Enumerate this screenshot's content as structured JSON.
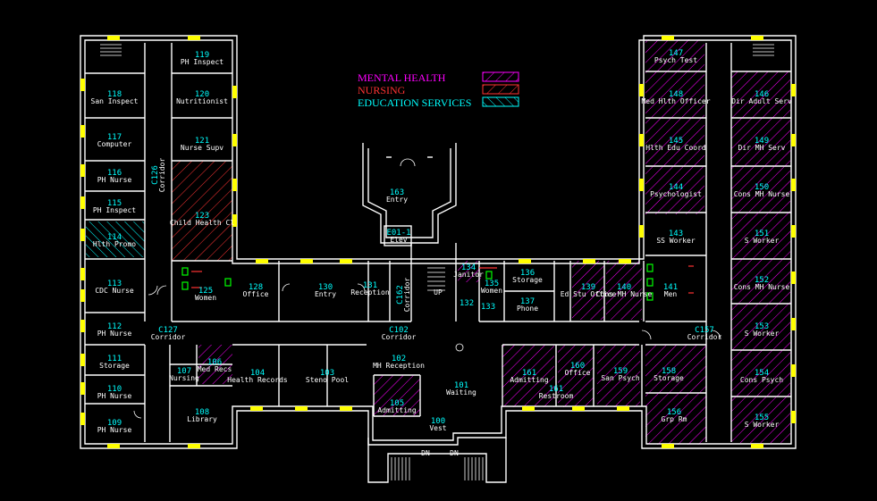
{
  "colors": {
    "background": "#000000",
    "walls": "#ffffff",
    "room_labels": "#00ffff",
    "windows": "#ffff00",
    "mental_health": "#ff00ff",
    "nursing": "#ff3333",
    "education_services": "#00ffff"
  },
  "legend": {
    "mental_health": "MENTAL HEALTH",
    "nursing": "NURSING",
    "education_services": "EDUCATION SERVICES"
  },
  "rooms": [
    {
      "num": "119",
      "name": "PH Inspect"
    },
    {
      "num": "118",
      "name": "San Inspect"
    },
    {
      "num": "120",
      "name": "Nutritionist"
    },
    {
      "num": "117",
      "name": "Computer"
    },
    {
      "num": "121",
      "name": "Nurse Supv"
    },
    {
      "num": "116",
      "name": "PH Nurse"
    },
    {
      "num": "115",
      "name": "PH Inspect"
    },
    {
      "num": "123",
      "name": "Child Health Cl"
    },
    {
      "num": "114",
      "name": "Hlth Promo"
    },
    {
      "num": "113",
      "name": "CDC Nurse"
    },
    {
      "num": "125",
      "name": "Women"
    },
    {
      "num": "112",
      "name": "PH Nurse"
    },
    {
      "num": "111",
      "name": "Storage"
    },
    {
      "num": "110",
      "name": "PH Nurse"
    },
    {
      "num": "109",
      "name": "PH Nurse"
    },
    {
      "num": "106",
      "name": "Med Recs"
    },
    {
      "num": "107",
      "name": "Nursing"
    },
    {
      "num": "108",
      "name": "Library"
    },
    {
      "num": "104",
      "name": "Health Records"
    },
    {
      "num": "103",
      "name": "Steno Pool"
    },
    {
      "num": "102",
      "name": "MH Reception"
    },
    {
      "num": "101",
      "name": "Waiting"
    },
    {
      "num": "105",
      "name": "Admitting"
    },
    {
      "num": "100",
      "name": "Vest"
    },
    {
      "num": "128",
      "name": "Office"
    },
    {
      "num": "130",
      "name": "Entry"
    },
    {
      "num": "131",
      "name": "Reception"
    },
    {
      "num": "163",
      "name": "Entry"
    },
    {
      "num": "E01-1",
      "name": "Elev"
    },
    {
      "num": "134",
      "name": "Janitor"
    },
    {
      "num": "135",
      "name": "Women"
    },
    {
      "num": "136",
      "name": "Storage"
    },
    {
      "num": "137",
      "name": "Phone"
    },
    {
      "num": "132",
      "name": ""
    },
    {
      "num": "133",
      "name": ""
    },
    {
      "num": "139",
      "name": "Ed Stu Office"
    },
    {
      "num": "140",
      "name": "Cons MH Nurse"
    },
    {
      "num": "141",
      "name": "Men"
    },
    {
      "num": "161",
      "name": "Admitting"
    },
    {
      "num": "160",
      "name": "Office"
    },
    {
      "num": "159",
      "name": "San Psych"
    },
    {
      "num": "158",
      "name": "Storage"
    },
    {
      "num": "156",
      "name": "Grp Rm"
    },
    {
      "num": "161",
      "name": "Restroom"
    },
    {
      "num": "147",
      "name": "Psych Test"
    },
    {
      "num": "148",
      "name": "Med Hlth Officer"
    },
    {
      "num": "145",
      "name": "Hlth Edu Coord"
    },
    {
      "num": "144",
      "name": "Psychologist"
    },
    {
      "num": "143",
      "name": "SS Worker"
    },
    {
      "num": "146",
      "name": "Dir Adult Serv"
    },
    {
      "num": "149",
      "name": "Dir MH Serv"
    },
    {
      "num": "150",
      "name": "Cons MH Nurse"
    },
    {
      "num": "151",
      "name": "S Worker"
    },
    {
      "num": "152",
      "name": "Cons MH Nurse"
    },
    {
      "num": "153",
      "name": "S Worker"
    },
    {
      "num": "154",
      "name": "Cons Psych"
    },
    {
      "num": "155",
      "name": "S Worker"
    }
  ],
  "corridors": [
    {
      "num": "C126",
      "name": "Corridor"
    },
    {
      "num": "C127",
      "name": "Corridor"
    },
    {
      "num": "C102",
      "name": "Corridor"
    },
    {
      "num": "C157",
      "name": "Corridor"
    },
    {
      "num": "C162",
      "name": "Corridor"
    }
  ],
  "stairs": {
    "down_left": "DN",
    "down_right": "DN",
    "up": "UP"
  }
}
